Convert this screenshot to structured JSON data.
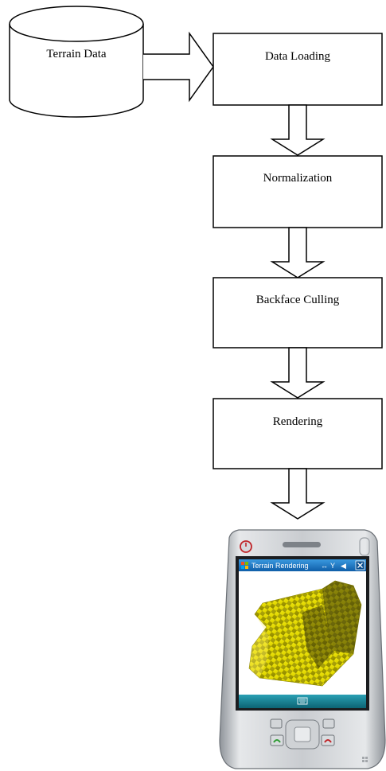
{
  "diagram": {
    "storage": {
      "label": "Terrain Data"
    },
    "steps": [
      {
        "label": "Data Loading"
      },
      {
        "label": "Normalization"
      },
      {
        "label": "Backface Culling"
      },
      {
        "label": "Rendering"
      }
    ]
  },
  "device": {
    "window_title": "Terrain Rendering",
    "colors": {
      "terrain": "#e8e000",
      "terrain_shadow": "#2a2a10",
      "titlebar": "#1a78c2",
      "softkey_bar": "#1a7f91"
    }
  }
}
